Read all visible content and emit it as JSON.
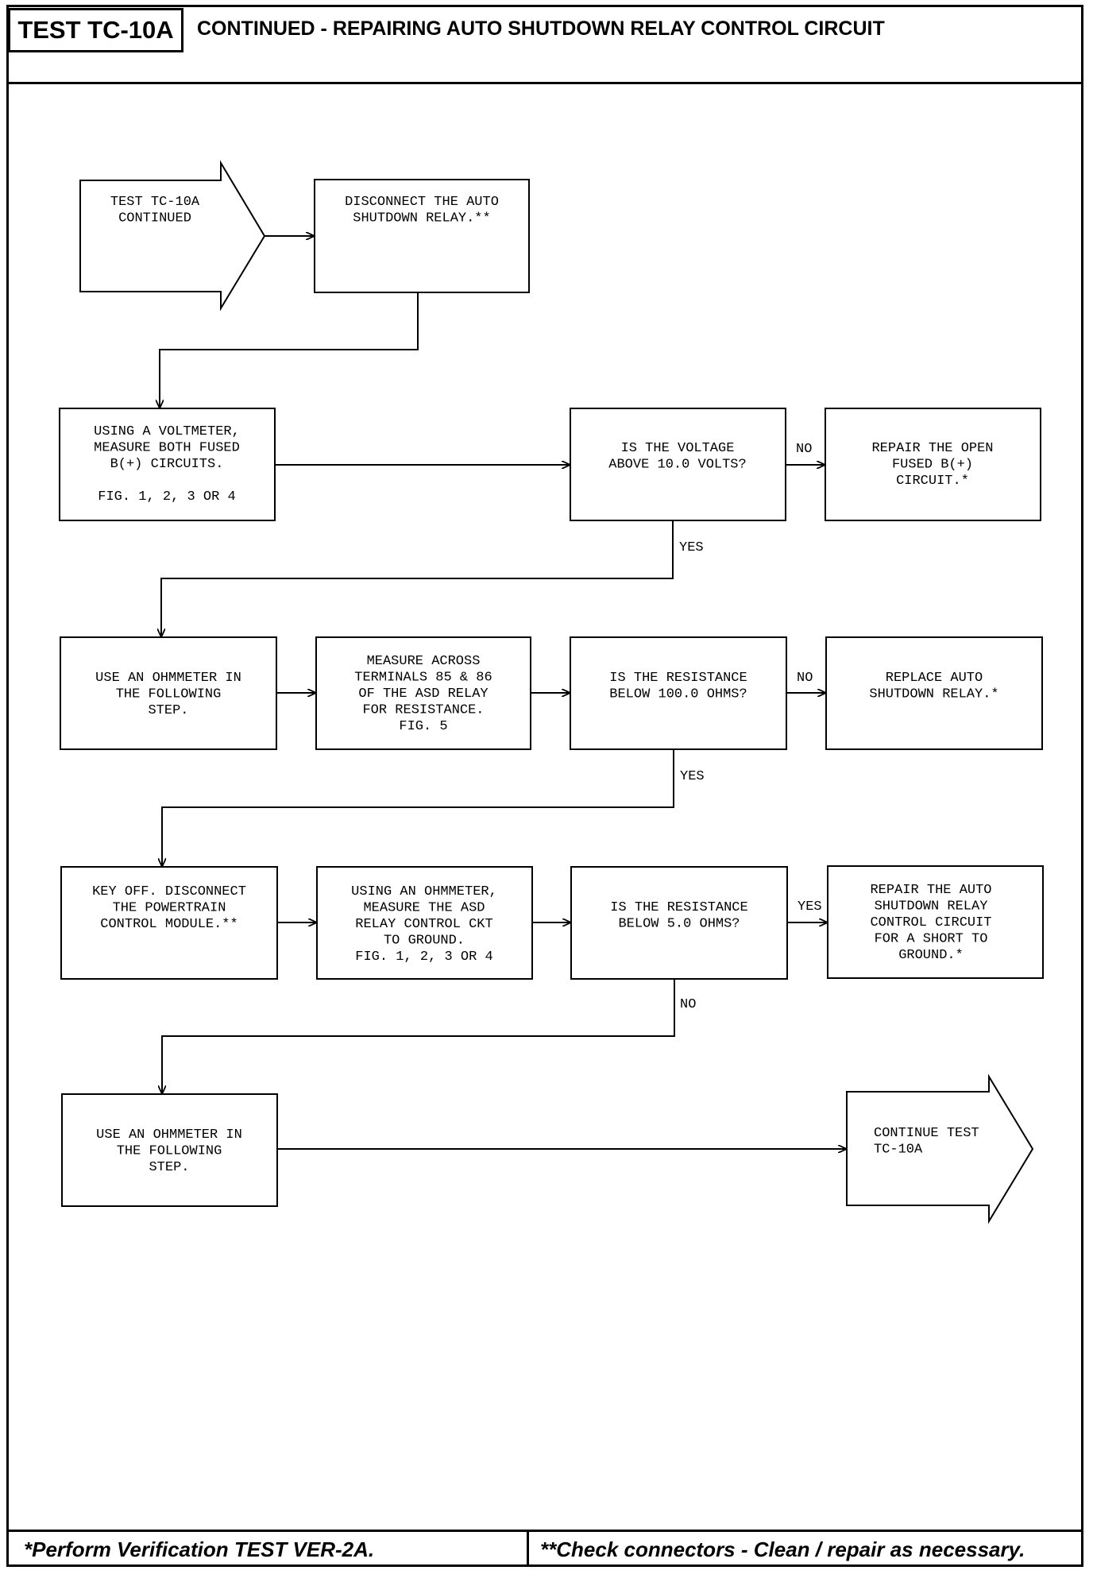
{
  "header": {
    "test_id": "TEST TC-10A",
    "title": "CONTINUED - REPAIRING AUTO SHUTDOWN RELAY CONTROL CIRCUIT"
  },
  "flowchart": {
    "start": [
      "TEST TC-10A",
      "CONTINUED"
    ],
    "disconnect_asd": [
      "DISCONNECT THE AUTO",
      "SHUTDOWN RELAY.**"
    ],
    "measure_fused": [
      "USING A VOLTMETER,",
      "MEASURE BOTH FUSED",
      "B(+) CIRCUITS.",
      "",
      "FIG. 1, 2, 3 OR 4"
    ],
    "voltage_question": [
      "IS THE VOLTAGE",
      "ABOVE 10.0 VOLTS?"
    ],
    "repair_fused": [
      "REPAIR THE OPEN",
      "FUSED B(+)",
      "CIRCUIT.*"
    ],
    "use_ohmmeter_1": [
      "USE AN OHMMETER IN",
      "THE FOLLOWING",
      "STEP."
    ],
    "measure_terminals": [
      "MEASURE ACROSS",
      "TERMINALS 85 & 86",
      "OF THE ASD RELAY",
      "FOR RESISTANCE.",
      "FIG. 5"
    ],
    "resistance_question_1": [
      "IS THE RESISTANCE",
      "BELOW 100.0 OHMS?"
    ],
    "replace_asd": [
      "REPLACE AUTO",
      "SHUTDOWN RELAY.*"
    ],
    "key_off": [
      "KEY OFF. DISCONNECT",
      "THE POWERTRAIN",
      "CONTROL MODULE.**"
    ],
    "measure_control_ckt": [
      "USING AN OHMMETER,",
      "MEASURE THE ASD",
      "RELAY CONTROL CKT",
      "TO GROUND.",
      "FIG. 1, 2, 3 OR 4"
    ],
    "resistance_question_2": [
      "IS THE RESISTANCE",
      "BELOW 5.0 OHMS?"
    ],
    "repair_control": [
      "REPAIR THE AUTO",
      "SHUTDOWN RELAY",
      "CONTROL CIRCUIT",
      "FOR A SHORT TO",
      "GROUND.*"
    ],
    "use_ohmmeter_2": [
      "USE AN OHMMETER IN",
      "THE FOLLOWING",
      "STEP."
    ],
    "end": [
      "CONTINUE TEST",
      "TC-10A"
    ],
    "labels": {
      "no_1": "NO",
      "yes_1": "YES",
      "no_2": "NO",
      "yes_2": "YES",
      "yes_3": "YES",
      "no_3": "NO"
    }
  },
  "footer": {
    "left_note": "*Perform Verification TEST VER-2A.",
    "right_note": "**Check connectors - Clean / repair as necessary."
  }
}
